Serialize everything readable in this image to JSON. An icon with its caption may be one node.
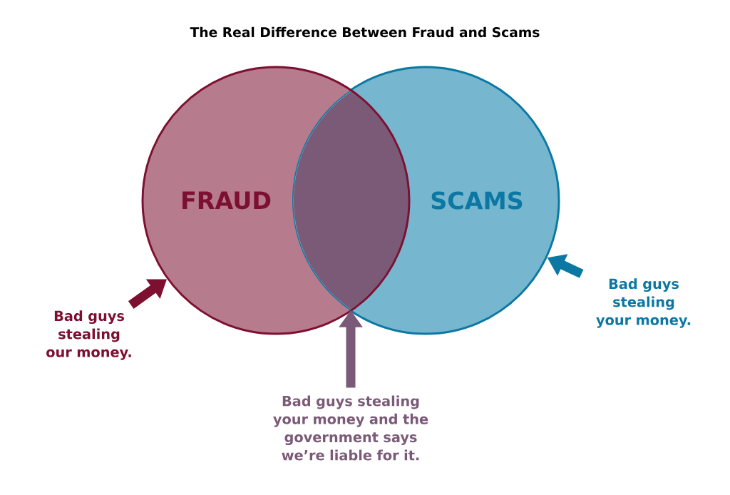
{
  "diagram": {
    "title": "The Real Difference Between Fraud and Scams",
    "nodes": [
      {
        "text": [
          "FRAUD"
        ]
      },
      {
        "text": [
          "SCAMS"
        ]
      },
      {
        "text": [],
        "shape": "lens"
      },
      {
        "text": [
          "Bad guys stealing our money."
        ]
      },
      {
        "text": [
          "Bad guys stealing your money."
        ]
      },
      {
        "text": [
          "Bad guys stealing your money and the government says we’re liable for it."
        ]
      }
    ],
    "edges": [
      {
        "from": 3,
        "to": 0,
        "arrow": "to",
        "color": "#7d1031"
      },
      {
        "from": 5,
        "to": 2,
        "arrow": "to",
        "color": "#7b5a78"
      },
      {
        "from": 4,
        "to": 1,
        "arrow": "to",
        "color": "#0b78a3"
      }
    ]
  }
}
